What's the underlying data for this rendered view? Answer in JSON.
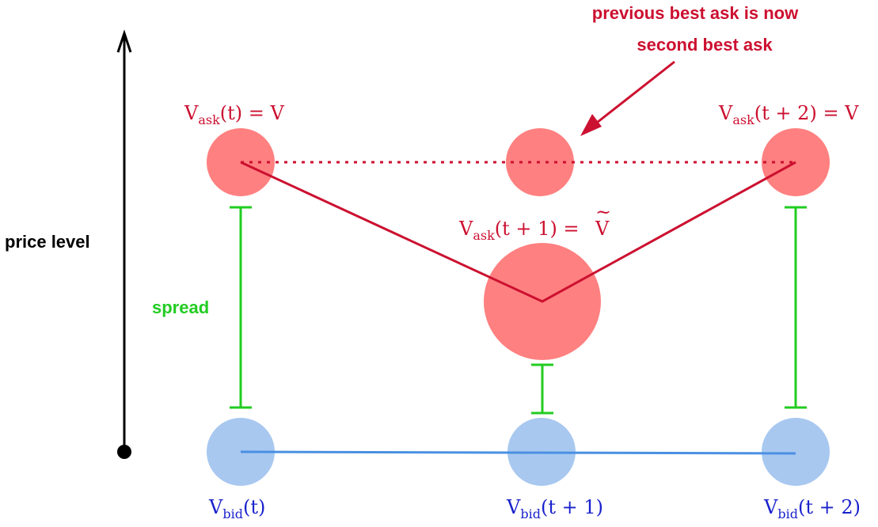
{
  "diagram": {
    "axis_label": "price level",
    "spread_label": "spread",
    "annotation": {
      "line1": "previous best ask is now",
      "line2": "second best ask"
    },
    "ask_labels": [
      {
        "symbol": "V",
        "sub": "ask",
        "arg": "(t)",
        "rhs": " = V"
      },
      {
        "symbol": "V",
        "sub": "ask",
        "arg": "(t + 1)",
        "rhs": " = "
      },
      {
        "symbol": "V",
        "sub": "ask",
        "arg": "(t + 2)",
        "rhs": " = V"
      }
    ],
    "ask_mid_rhs_symbol": "V",
    "ask_mid_rhs_tilde": "~",
    "bid_labels": [
      {
        "symbol": "V",
        "sub": "bid",
        "arg": "(t)"
      },
      {
        "symbol": "V",
        "sub": "bid",
        "arg": "(t + 1)"
      },
      {
        "symbol": "V",
        "sub": "bid",
        "arg": "(t + 2)"
      }
    ],
    "colors": {
      "ask": "#fa8080",
      "ask_line": "#cc1030",
      "bid": "#a8c8f0",
      "bid_line": "#4a90e2",
      "spread": "#22cc22",
      "axis": "#000000",
      "annotation": "#cc1030",
      "bid_text": "#1a22cc"
    }
  }
}
